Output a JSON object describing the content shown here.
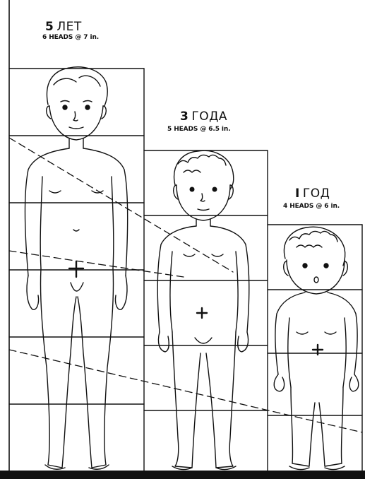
{
  "figures": [
    {
      "age_number": "5",
      "age_word": "ЛЕТ",
      "heads_label": "6 HEADS @ 7 in."
    },
    {
      "age_number": "3",
      "age_word": "ГОДА",
      "heads_label": "5 HEADS @ 6.5 in."
    },
    {
      "age_number": "I",
      "age_word": "ГОД",
      "heads_label": "4 HEADS @ 6 in."
    }
  ],
  "colors": {
    "ink": "#111111",
    "paper": "#ffffff"
  }
}
